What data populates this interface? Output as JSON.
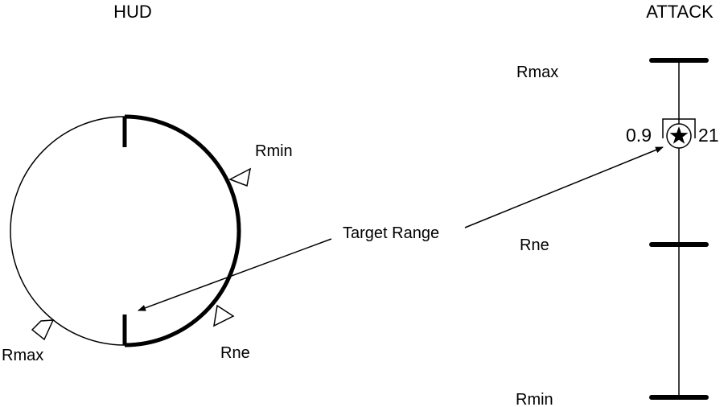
{
  "hud": {
    "title": "HUD",
    "labels": {
      "rmin": "Rmin",
      "rne": "Rne",
      "rmax": "Rmax"
    }
  },
  "attack": {
    "title": "ATTACK",
    "labels": {
      "rmax": "Rmax",
      "rne": "Rne",
      "rmin": "Rmin"
    },
    "left_value": "0.9",
    "right_value": "21"
  },
  "annotation": {
    "target_range": "Target Range"
  },
  "colors": {
    "ink": "#000000",
    "background": "#ffffff"
  }
}
